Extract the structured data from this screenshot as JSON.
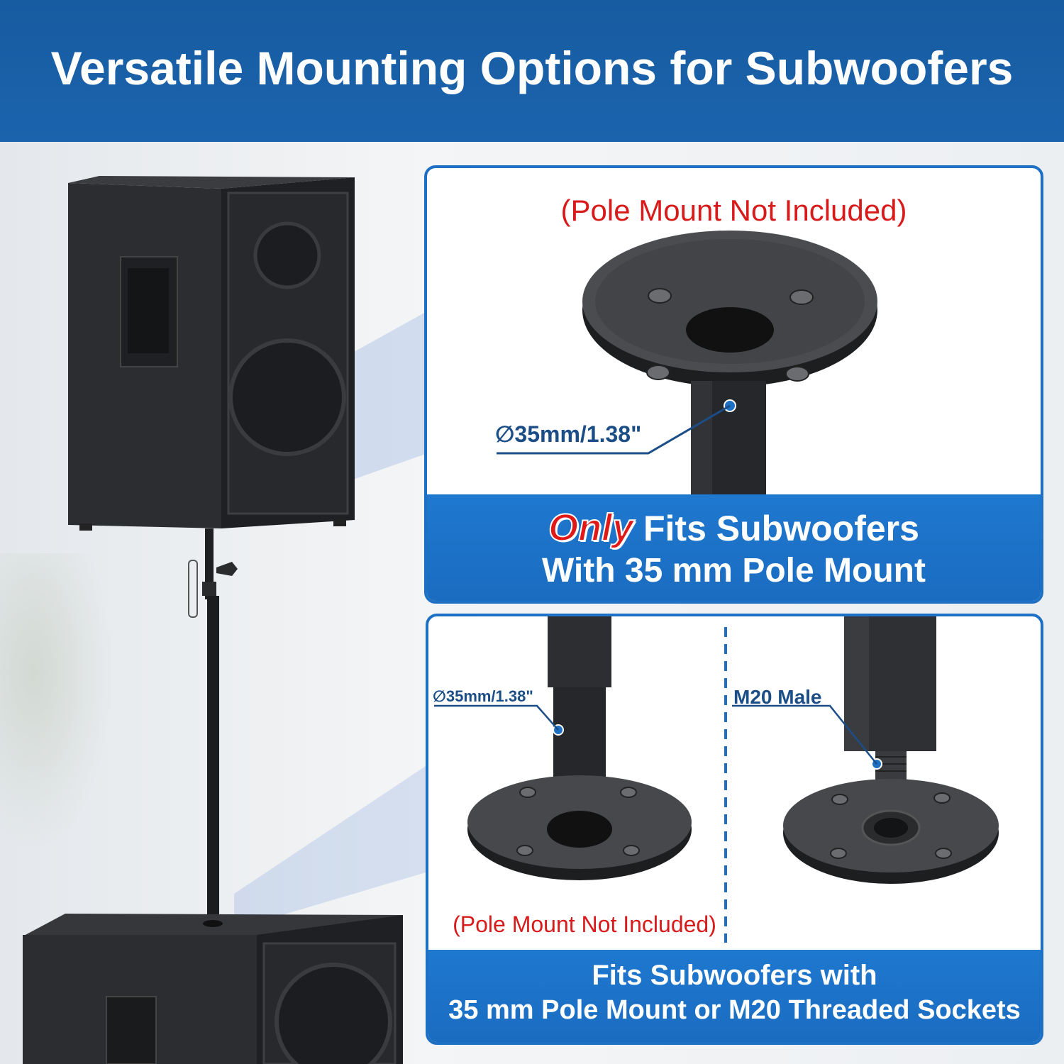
{
  "header": {
    "title": "Versatile Mounting Options for Subwoofers"
  },
  "top_panel": {
    "note": "(Pole Mount Not Included)",
    "dimension": "∅35mm/1.38\"",
    "band_highlight": "Only",
    "band_line1": "Fits Subwoofers",
    "band_line2": "With 35 mm Pole Mount"
  },
  "bottom_panel": {
    "left_dimension": "∅35mm/1.38\"",
    "right_label": "M20 Male",
    "note": "(Pole Mount Not Included)",
    "band_line1": "Fits Subwoofers with",
    "band_line2": "35 mm Pole Mount or M20 Threaded Sockets"
  },
  "colors": {
    "brand_blue": "#1b64ad",
    "accent_red": "#d91a1a",
    "label_navy": "#1b4d86"
  },
  "icons": [
    "speaker-image",
    "subwoofer-image",
    "pole-mount-image",
    "threaded-mount-image"
  ]
}
